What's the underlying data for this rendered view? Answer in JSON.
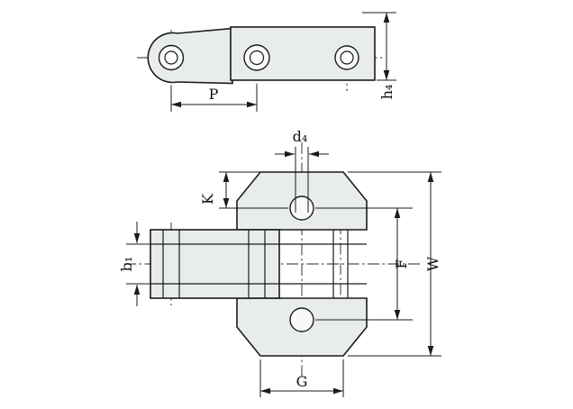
{
  "figure": {
    "type": "engineering-drawing-chain-attachment",
    "colors": {
      "background": "#ffffff",
      "line": "#1b1b1b",
      "plate_fill": "#e8eceb"
    },
    "dimensions": {
      "p": "P",
      "h4": "h₄",
      "d4": "d₄",
      "k": "K",
      "b1": "b₁",
      "f": "F",
      "w": "W",
      "g": "G"
    }
  }
}
